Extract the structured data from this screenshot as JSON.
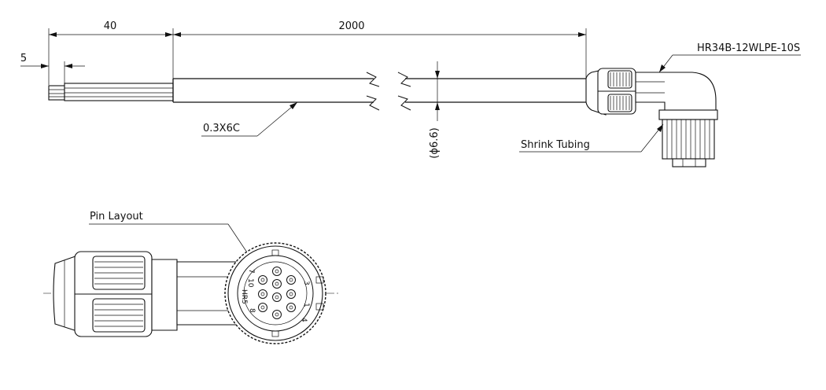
{
  "dimensions": {
    "strip": "5",
    "conductor": "40",
    "cable_length": "2000",
    "diameter": "(ϕ6.6)"
  },
  "labels": {
    "connector": "HR34B-12WLPE-10S",
    "cable": "0.3X6C",
    "shrink": "Shrink Tubing",
    "pin_layout": "Pin Layout",
    "face_mark": "HR5"
  },
  "pins": [
    "3",
    "1",
    "4",
    "7",
    "10",
    "8"
  ]
}
